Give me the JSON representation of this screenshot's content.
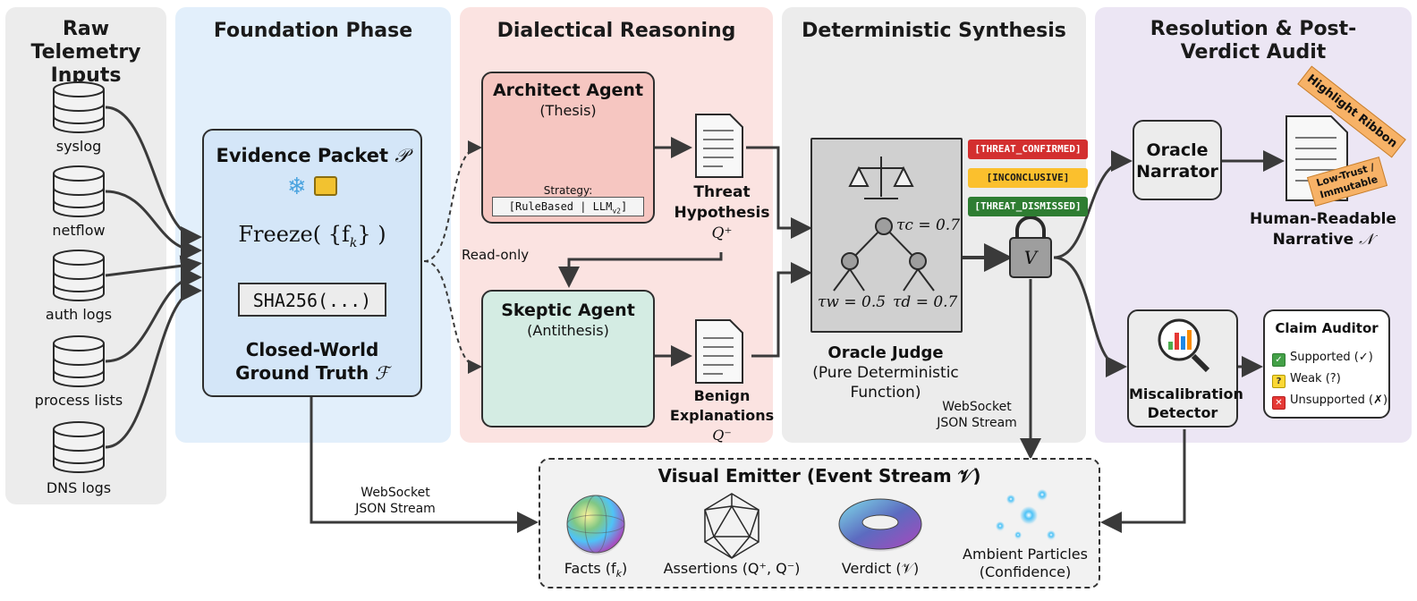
{
  "lanes": {
    "raw": "Raw Telemetry Inputs",
    "foundation": "Foundation Phase",
    "dialectical": "Dialectical Reasoning",
    "synthesis": "Deterministic Synthesis",
    "resolution": "Resolution & Post-Verdict Audit"
  },
  "inputs": [
    "syslog",
    "netflow",
    "auth logs",
    "process lists",
    "DNS logs"
  ],
  "evidence": {
    "title": "Evidence Packet",
    "title_symbol": "𝒫",
    "freeze_formula": "Freeze( {f",
    "freeze_sub": "k",
    "freeze_end": "} )",
    "hash": "SHA256(...)",
    "ground_truth_line1": "Closed-World",
    "ground_truth_line2": "Ground Truth",
    "ground_truth_symbol": "ℱ",
    "icons": [
      "snowflake-icon",
      "lock-icon"
    ]
  },
  "architect": {
    "title": "Architect Agent",
    "subtitle": "(Thesis)",
    "strategy_label": "Strategy:",
    "strategy_value": "[RuleBased | LLM",
    "strategy_sub": "v2",
    "strategy_end": "]"
  },
  "skeptic": {
    "title": "Skeptic Agent",
    "subtitle": "(Antithesis)"
  },
  "read_only": "Read-only",
  "threat_doc": {
    "line1": "Threat",
    "line2": "Hypothesis",
    "symbol": "Q⁺"
  },
  "benign_doc": {
    "line1": "Benign",
    "line2": "Explanations",
    "symbol": "Q⁻"
  },
  "oracle_judge": {
    "title": "Oracle Judge",
    "desc_line1": "(Pure Deterministic",
    "desc_line2": "Function)",
    "tau_c": "τc = 0.7",
    "tau_w": "τw = 0.5",
    "tau_d": "τd = 0.7"
  },
  "verdicts": [
    {
      "label": "[THREAT_CONFIRMED]",
      "color": "#d32f2f",
      "text_color": "#ffffff"
    },
    {
      "label": "[INCONCLUSIVE]",
      "color": "#fbc02d",
      "text_color": "#1a1a1a"
    },
    {
      "label": "[THREAT_DISMISSED]",
      "color": "#2e7d32",
      "text_color": "#ffffff"
    }
  ],
  "verdict_lock": "V",
  "websocket_mid": {
    "line1": "WebSocket",
    "line2": "JSON Stream"
  },
  "websocket_bottom": {
    "line1": "WebSocket",
    "line2": "JSON Stream"
  },
  "narrator": {
    "line1": "Oracle",
    "line2": "Narrator"
  },
  "narrative": {
    "line1": "Human-Readable",
    "line2": "Narrative",
    "symbol": "𝒩",
    "ribbon": "Highlight Ribbon",
    "tag_line1": "Low-Trust /",
    "tag_line2": "Immutable"
  },
  "miscalibration": {
    "line1": "Miscalibration",
    "line2": "Detector"
  },
  "claim_auditor": {
    "title": "Claim Auditor",
    "rows": [
      {
        "label": "Supported (✓)",
        "mark": "✓",
        "color": "#43a047"
      },
      {
        "label": "Weak (?)",
        "mark": "?",
        "color": "#fdd835"
      },
      {
        "label": "Unsupported (✗)",
        "mark": "✕",
        "color": "#e53935"
      }
    ]
  },
  "emitter": {
    "title": "Visual Emitter (Event Stream 𝒱)",
    "items": [
      "Facts (f",
      "Assertions (Q⁺, Q⁻)",
      "Verdict (𝒱)",
      "Ambient Particles"
    ],
    "facts_sub": "k",
    "facts_end": ")",
    "particles_line2": "(Confidence)"
  }
}
